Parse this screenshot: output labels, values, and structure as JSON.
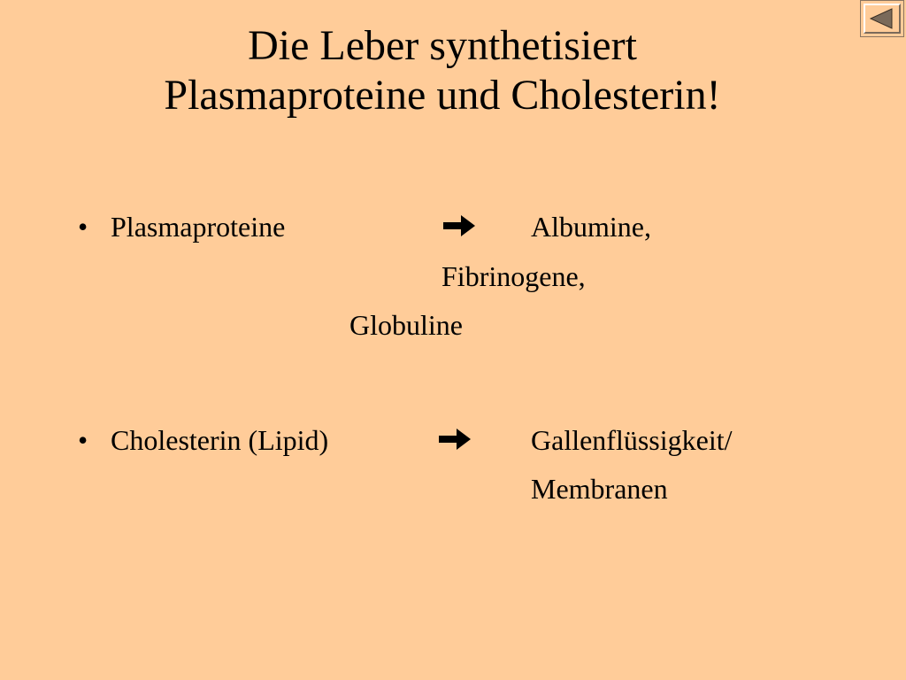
{
  "slide": {
    "background_color": "#FFCC99",
    "title_lines": [
      "Die Leber synthetisiert",
      "Plasmaproteine und Cholesterin!"
    ],
    "bullets": [
      {
        "bullet_char": "•",
        "term": "Plasmaproteine",
        "arrow_icon": "right-arrow-icon",
        "results": [
          "Albumine,",
          "Fibrinogene,",
          "Globuline"
        ]
      },
      {
        "bullet_char": "•",
        "term": "Cholesterin (Lipid)",
        "arrow_icon": "right-arrow-icon",
        "results": [
          "Gallenflüssigkeit/",
          "Membranen"
        ]
      }
    ]
  },
  "navigation": {
    "back_icon": "triangle-left-icon",
    "back_icon_color": "#7a6a5a"
  }
}
